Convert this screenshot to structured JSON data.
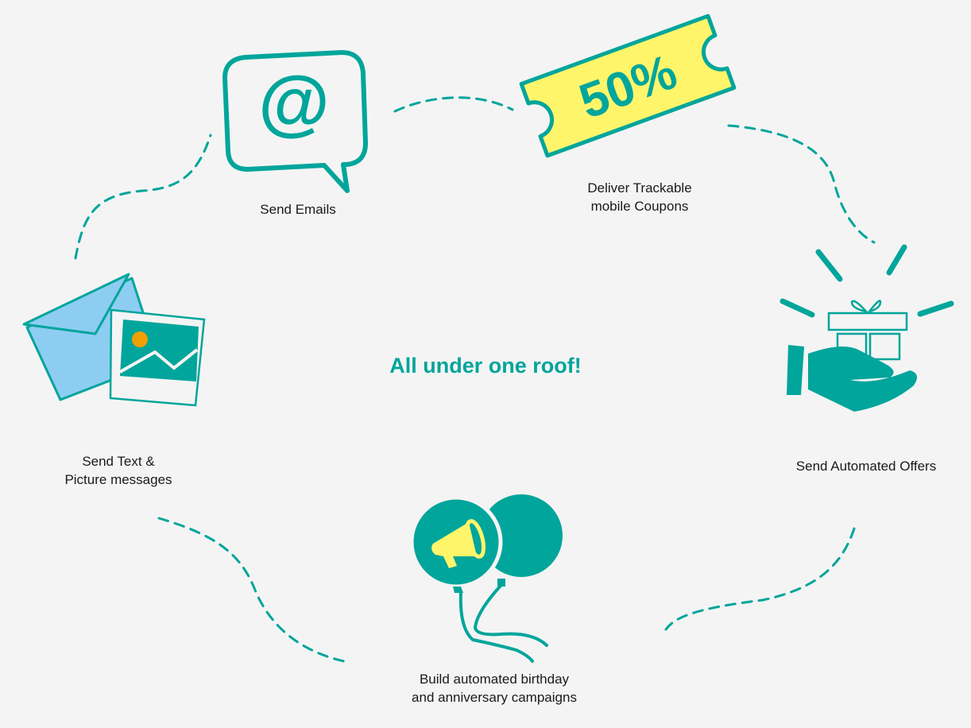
{
  "title": "All under one roof!",
  "features": [
    {
      "icon": "at-speech-bubble-icon",
      "lines": [
        "Send Emails"
      ]
    },
    {
      "icon": "coupon-icon",
      "coupon_text": "50%",
      "lines": [
        "Deliver Trackable",
        "mobile Coupons"
      ]
    },
    {
      "icon": "gift-hand-icon",
      "lines": [
        "Send Automated Offers"
      ]
    },
    {
      "icon": "balloons-megaphone-icon",
      "lines": [
        "Build automated birthday",
        "and anniversary campaigns"
      ]
    },
    {
      "icon": "envelope-picture-icon",
      "lines": [
        "Send Text &",
        "Picture messages"
      ]
    }
  ],
  "colors": {
    "teal": "#00A59B",
    "yellow": "#FFF56A",
    "light_blue": "#8ECDF2",
    "orange": "#F0A000",
    "background": "#F4F4F4"
  }
}
